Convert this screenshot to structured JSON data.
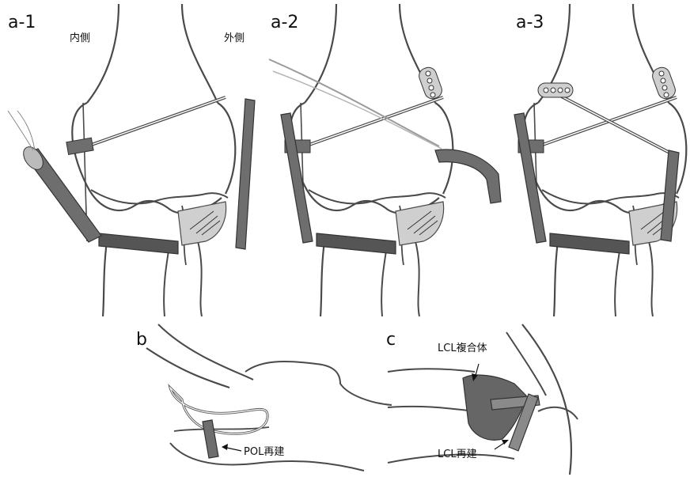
{
  "panels": {
    "a1": {
      "label": "a-1",
      "medial": "内側",
      "lateral": "外側"
    },
    "a2": {
      "label": "a-2"
    },
    "a3": {
      "label": "a-3"
    },
    "b": {
      "label": "b",
      "annotation": "POL再建"
    },
    "c": {
      "label": "c",
      "annotation_top": "LCL複合体",
      "annotation_bottom": "LCL再建"
    }
  },
  "colors": {
    "outline": "#4a4a4a",
    "graft_fill": "#6e6e6e",
    "graft_dark": "#555555",
    "meniscus": "#cfcfcf",
    "lcl_complex": "#666666"
  }
}
